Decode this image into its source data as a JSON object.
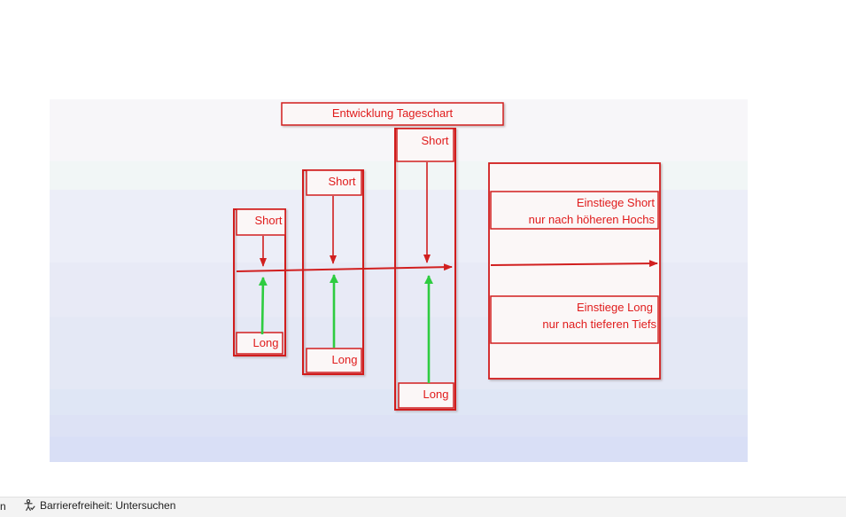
{
  "diagram": {
    "title": "Entwicklung Tageschart",
    "columns": [
      {
        "top_label": "Short",
        "bottom_label": "Long"
      },
      {
        "top_label": "Short",
        "bottom_label": "Long"
      },
      {
        "top_label": "Short",
        "bottom_label": "Long"
      }
    ],
    "info_panel": {
      "short_line1": "Einstiege Short",
      "short_line2": "nur nach höheren Hochs",
      "long_line1": "Einstiege Long",
      "long_line2": "nur nach tieferen Tiefs"
    },
    "colors": {
      "outline": "#d11f1f",
      "text": "#e01c1c",
      "up_arrow": "#2ecc40",
      "box_fill": "#fbf7f7"
    }
  },
  "statusbar": {
    "left_fragment": "n",
    "accessibility_label": "Barrierefreiheit: Untersuchen",
    "accessibility_icon": "accessibility-check-icon"
  }
}
